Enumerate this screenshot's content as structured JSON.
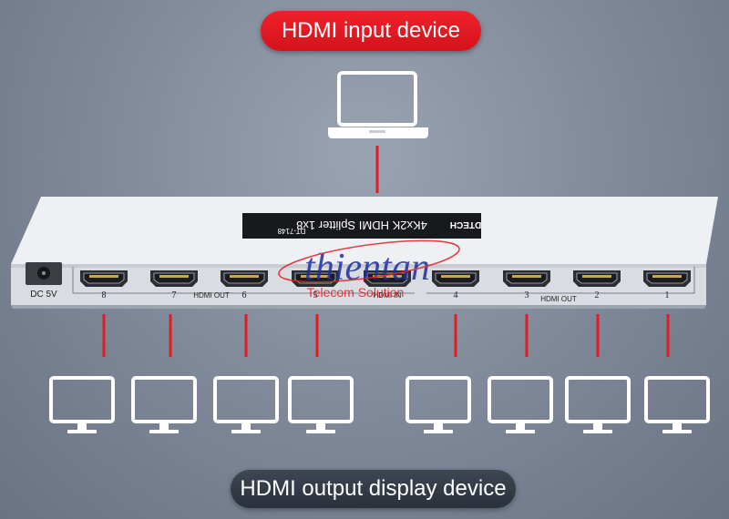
{
  "labels": {
    "input_device": "HDMI input device",
    "output_device": "HDMI output display device"
  },
  "device": {
    "model_label": "4Kx2K HDMI Splitter 1x8",
    "model_code": "DT-7148",
    "brand": "DTECH",
    "power_label": "DC 5V",
    "hdmi_out_label": "HDMI OUT",
    "hdmi_in_label": "HDMI IN",
    "ports": [
      {
        "number": "8"
      },
      {
        "number": "7"
      },
      {
        "number": "6"
      },
      {
        "number": "5"
      },
      {
        "number": "4"
      },
      {
        "number": "3"
      },
      {
        "number": "2"
      },
      {
        "number": "1"
      }
    ]
  },
  "watermark": {
    "name": "thientan",
    "tagline": "Telecom Solution"
  },
  "colors": {
    "accent_red": "#e41b23",
    "pill_dark": "#333a44",
    "device_body": "#e2e5ea",
    "icon_white": "#ffffff"
  }
}
